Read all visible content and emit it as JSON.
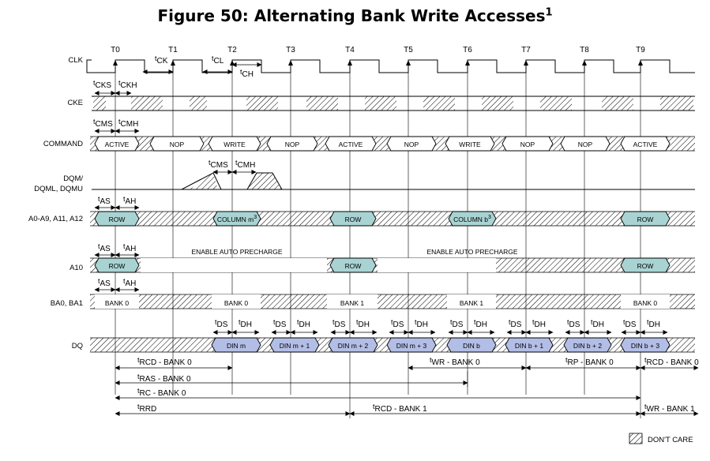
{
  "title": {
    "text": "Figure 50:  Alternating Bank Write Accesses",
    "sup": "1"
  },
  "clock_labels": [
    "T0",
    "T1",
    "T2",
    "T3",
    "T4",
    "T5",
    "T6",
    "T7",
    "T8",
    "T9"
  ],
  "signals": {
    "clk": "CLK",
    "cke": "CKE",
    "command": "COMMAND",
    "dqm_line1": "DQM/",
    "dqm_line2": "DQML, DQMU",
    "addr": "A0-A9, A11, A12",
    "a10": "A10",
    "ba": "BA0, BA1",
    "dq": "DQ"
  },
  "commands": [
    "ACTIVE",
    "NOP",
    "WRITE",
    "NOP",
    "ACTIVE",
    "NOP",
    "WRITE",
    "NOP",
    "NOP",
    "ACTIVE"
  ],
  "addr_values": [
    "ROW",
    "COLUMN m",
    "ROW",
    "COLUMN b",
    "ROW"
  ],
  "addr_sup": "3",
  "a10_values": [
    "ROW",
    "ROW",
    "ROW"
  ],
  "a10_notes": [
    "ENABLE AUTO PRECHARGE",
    "ENABLE AUTO PRECHARGE"
  ],
  "ba_values": [
    "BANK 0",
    "BANK 0",
    "BANK 1",
    "BANK 1",
    "BANK 0"
  ],
  "dq_values": [
    "DIN m",
    "DIN m + 1",
    "DIN m + 2",
    "DIN m + 3",
    "DIN b",
    "DIN b + 1",
    "DIN b + 2",
    "DIN b + 3"
  ],
  "timing_params": {
    "tck": "tCK",
    "tcl": "tCL",
    "tch": "tCH",
    "tcks": "tCKS",
    "tckh": "tCKH",
    "tcms": "tCMS",
    "tcmh": "tCMH",
    "tas": "tAS",
    "tah": "tAH",
    "tds": "tDS",
    "tdh": "tDH"
  },
  "intervals": [
    "tRCD - BANK 0",
    "tWR - BANK 0",
    "tRP - BANK 0",
    "tRCD - BANK 0",
    "tRAS - BANK 0",
    "tRC - BANK 0",
    "tRRD",
    "tRCD - BANK 1",
    "tWR - BANK 1"
  ],
  "legend": {
    "label": "DON'T CARE"
  },
  "colors": {
    "row_fill": "#a9d3d3",
    "din_fill": "#b3bee6",
    "line": "#000000"
  }
}
